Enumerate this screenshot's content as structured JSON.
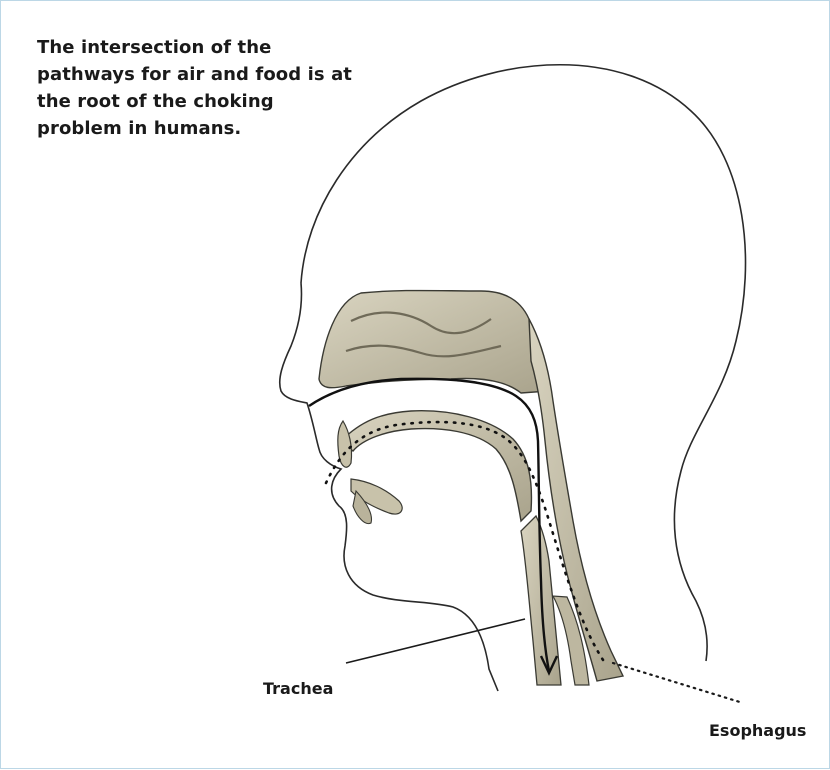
{
  "caption": "The intersection of the pathways for air and food is at the root of the choking problem in humans.",
  "labels": {
    "trachea": "Trachea",
    "esophagus": "Esophagus"
  },
  "colors": {
    "outline": "#2a2a2a",
    "tissue": "#cdc8b4",
    "tissue_dark": "#9e9883",
    "arrow": "#111111"
  }
}
